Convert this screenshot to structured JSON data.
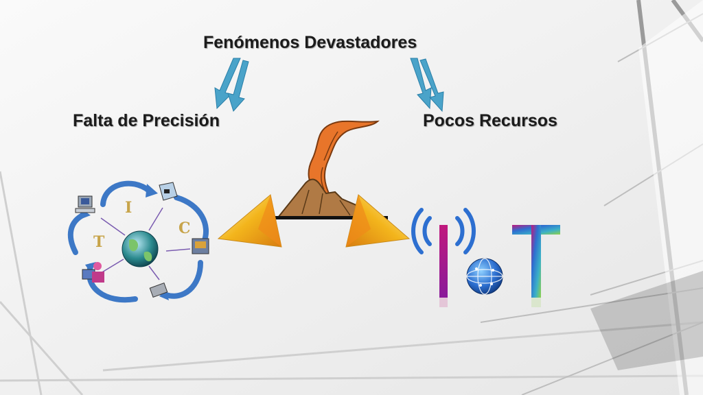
{
  "title": "Fenómenos Devastadores",
  "left_branch": {
    "label": "Falta de Precisión"
  },
  "right_branch": {
    "label": "Pocos Recursos"
  },
  "tic_cycle": {
    "letters": [
      "T",
      "I",
      "C"
    ]
  },
  "iot_logo": {
    "text": "IoT"
  },
  "colors": {
    "arrow_blue": "#4aa3c9",
    "volcano_orange": "#e8752a",
    "triangle_gold": "#f3b51c",
    "cycle_blue": "#3d78c6",
    "iot_magenta": "#c0197d",
    "iot_blue": "#2d6fd0"
  },
  "icons": [
    "volcano-icon",
    "tic-cycle-diagram",
    "iot-logo-icon",
    "down-arrow-icon",
    "triangle-arrow-icon"
  ]
}
